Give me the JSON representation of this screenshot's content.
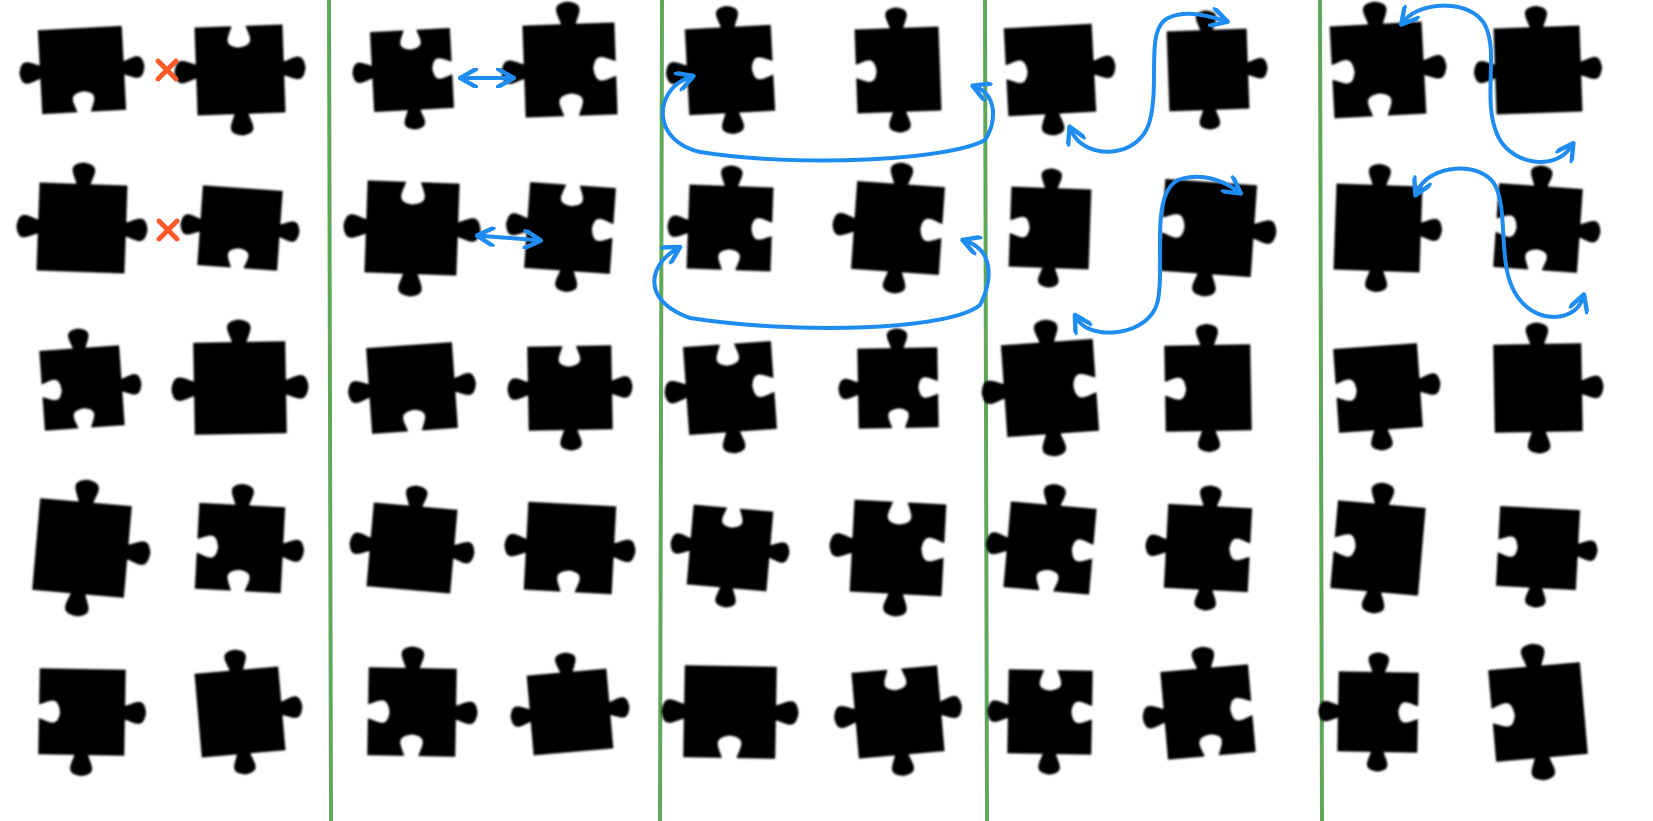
{
  "canvas": {
    "background": "#ffffff"
  },
  "colors": {
    "piece": "#000000",
    "divider": "#5fa85a",
    "cross_marker": "#ff5a2a",
    "swap_arrow": "#1e8cf0"
  },
  "panels": [
    {
      "id": "panel-1",
      "annotation": "cross-marks",
      "rows": 5,
      "columns": 2
    },
    {
      "id": "panel-2",
      "annotation": "horizontal-double-arrows",
      "rows": 5,
      "columns": 2
    },
    {
      "id": "panel-3",
      "annotation": "looping-arrows",
      "rows": 5,
      "columns": 2
    },
    {
      "id": "panel-4",
      "annotation": "s-curve-arrows",
      "rows": 5,
      "columns": 2
    },
    {
      "id": "panel-5",
      "annotation": "s-curve-arrows",
      "rows": 5,
      "columns": 2
    }
  ],
  "icons": {
    "piece": "jigsaw-piece-icon",
    "cross": "cross-icon",
    "arrow": "double-arrow-icon"
  }
}
